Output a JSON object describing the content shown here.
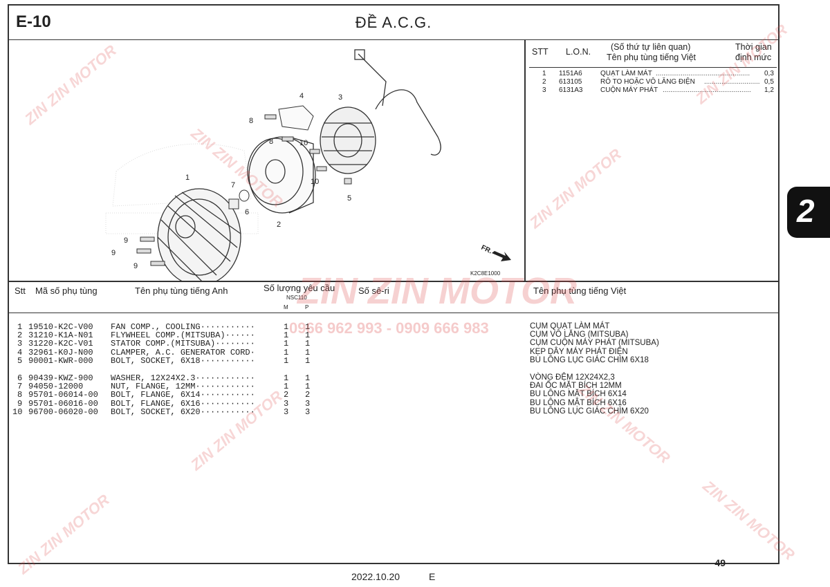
{
  "page": {
    "code": "E-10",
    "title": "ĐỀ A.C.G.",
    "page_number": "49",
    "tab_label": "2",
    "footer_date": "2022.10.20",
    "footer_letter": "E"
  },
  "diagram": {
    "callouts": [
      "1",
      "2",
      "3",
      "4",
      "5",
      "6",
      "7",
      "8",
      "8",
      "9",
      "9",
      "9",
      "10",
      "10"
    ],
    "fr_label": "FR.",
    "ref_code": "K2C8E1000"
  },
  "ref_table": {
    "headers": {
      "stt": "STT",
      "lon": "L.O.N.",
      "desc_line1": "(Số thứ tự liên quan)",
      "desc_line2": "Tên phụ tùng tiếng Việt",
      "time_line1": "Thời gian",
      "time_line2": "định mức"
    },
    "rows": [
      {
        "stt": "1",
        "lon": "1151A6",
        "name": "QUẠT LÀM MÁT",
        "time": "0,3"
      },
      {
        "stt": "2",
        "lon": "613105",
        "name": "RÔ TO HOẶC VÔ LĂNG ĐIỆN",
        "time": "0,5"
      },
      {
        "stt": "3",
        "lon": "6131A3",
        "name": "CUỘN MÁY PHÁT",
        "time": "1,2"
      }
    ]
  },
  "parts_table": {
    "headers": {
      "stt": "Stt",
      "part_no": "Mã số phụ tùng",
      "name_en": "Tên phụ tùng tiếng Anh",
      "qty": "Số lượng yêu cầu",
      "model": "NSC110",
      "col_m": "M",
      "col_p": "P",
      "serial": "Số sê-ri",
      "name_vi": "Tên phụ tùng tiếng Việt"
    },
    "rows": [
      {
        "stt": "1",
        "part_no": "19510-K2C-V00",
        "name_en": "FAN COMP., COOLING···········",
        "m": "1",
        "p": "1",
        "name_vi": "CỤM QUẠT LÀM MÁT"
      },
      {
        "stt": "2",
        "part_no": "31210-K1A-N01",
        "name_en": "FLYWHEEL COMP.(MITSUBA)······",
        "m": "1",
        "p": "1",
        "name_vi": "CỤM VÔ LĂNG (MITSUBA)"
      },
      {
        "stt": "3",
        "part_no": "31220-K2C-V01",
        "name_en": "STATOR COMP.(MITSUBA)········",
        "m": "1",
        "p": "1",
        "name_vi": "CỤM CUỘN MÁY PHÁT (MITSUBA)"
      },
      {
        "stt": "4",
        "part_no": "32961-K0J-N00",
        "name_en": "CLAMPER, A.C. GENERATOR CORD·",
        "m": "1",
        "p": "1",
        "name_vi": "KẸP DÂY MÁY PHÁT ĐIỆN"
      },
      {
        "stt": "5",
        "part_no": "90001-KWR-000",
        "name_en": "BOLT, SOCKET, 6X18···········",
        "m": "1",
        "p": "1",
        "name_vi": "BU LÔNG LỤC GIÁC CHÌM 6X18"
      },
      {
        "stt": "6",
        "part_no": "90439-KWZ-900",
        "name_en": "WASHER, 12X24X2.3············",
        "m": "1",
        "p": "1",
        "name_vi": "VÒNG ĐỆM 12X24X2,3"
      },
      {
        "stt": "7",
        "part_no": "94050-12000",
        "name_en": "NUT, FLANGE, 12MM············",
        "m": "1",
        "p": "1",
        "name_vi": "ĐAI ỐC MẶT BÍCH 12MM"
      },
      {
        "stt": "8",
        "part_no": "95701-06014-00",
        "name_en": "BOLT, FLANGE, 6X14···········",
        "m": "2",
        "p": "2",
        "name_vi": "BU LÔNG MẶT BÍCH 6X14"
      },
      {
        "stt": "9",
        "part_no": "95701-06016-00",
        "name_en": "BOLT, FLANGE, 6X16···········",
        "m": "3",
        "p": "3",
        "name_vi": "BU LÔNG MẶT BÍCH 6X16"
      },
      {
        "stt": "10",
        "part_no": "96700-06020-00",
        "name_en": "BOLT, SOCKET, 6X20···········",
        "m": "3",
        "p": "3",
        "name_vi": "BU LÔNG LỤC GIÁC CHÌM 6X20"
      }
    ]
  },
  "watermark": {
    "brand": "ZIN ZIN MOTOR",
    "phone": "0966 962 993 - 0909 666 983"
  }
}
